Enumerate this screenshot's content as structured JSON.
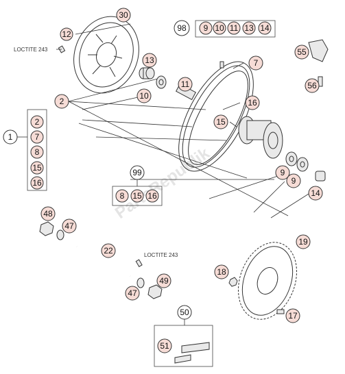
{
  "callouts": {
    "c30": "30",
    "c12": "12",
    "c13": "13",
    "c10a": "10",
    "c11": "11",
    "c98": "98",
    "c98_9": "9",
    "c98_10": "10",
    "c98_11": "11",
    "c98_13": "13",
    "c98_14": "14",
    "c7": "7",
    "c16": "16",
    "c15": "15",
    "c55": "55",
    "c56": "56",
    "c2": "2",
    "c1": "1",
    "c1_2": "2",
    "c1_7": "7",
    "c1_8": "8",
    "c1_15": "15",
    "c1_16": "16",
    "c99": "99",
    "c99_8": "8",
    "c99_15": "15",
    "c99_16": "16",
    "c9a": "9",
    "c9b": "9",
    "c14": "14",
    "c48": "48",
    "c47a": "47",
    "c22": "22",
    "c47b": "47",
    "c49": "49",
    "c19": "19",
    "c18": "18",
    "c17": "17",
    "c50": "50",
    "c51": "51"
  },
  "labels": {
    "loctite_top": "LOCTITE 243",
    "loctite_axle": "LOCTITE 243"
  },
  "watermark": "PartsRepublik"
}
